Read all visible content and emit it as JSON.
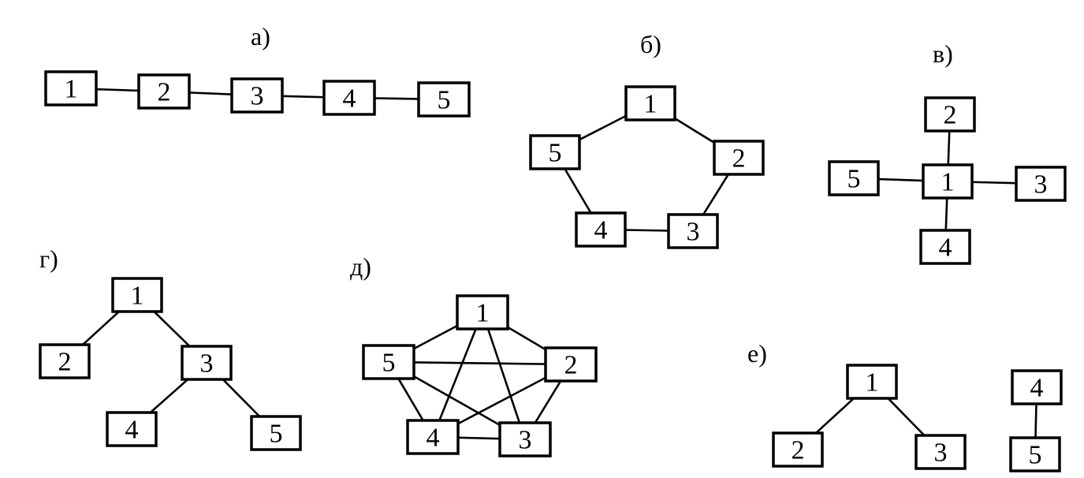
{
  "graphs": [
    {
      "id": "a",
      "label": "а)",
      "nodes": [
        "1",
        "2",
        "3",
        "4",
        "5"
      ],
      "edges": [
        [
          0,
          1
        ],
        [
          1,
          2
        ],
        [
          2,
          3
        ],
        [
          3,
          4
        ]
      ]
    },
    {
      "id": "b",
      "label": "б)",
      "nodes": [
        "1",
        "2",
        "3",
        "4",
        "5"
      ],
      "edges": [
        [
          0,
          1
        ],
        [
          1,
          2
        ],
        [
          2,
          3
        ],
        [
          3,
          4
        ],
        [
          4,
          0
        ]
      ]
    },
    {
      "id": "v",
      "label": "в)",
      "nodes": [
        "1",
        "2",
        "3",
        "4",
        "5"
      ],
      "edges": [
        [
          0,
          1
        ],
        [
          0,
          2
        ],
        [
          0,
          3
        ],
        [
          0,
          4
        ]
      ]
    },
    {
      "id": "g",
      "label": "г)",
      "nodes": [
        "1",
        "2",
        "3",
        "4",
        "5"
      ],
      "edges": [
        [
          0,
          1
        ],
        [
          0,
          2
        ],
        [
          2,
          3
        ],
        [
          2,
          4
        ]
      ]
    },
    {
      "id": "d",
      "label": "д)",
      "nodes": [
        "1",
        "2",
        "3",
        "4",
        "5"
      ],
      "edges": [
        [
          0,
          1
        ],
        [
          0,
          2
        ],
        [
          0,
          3
        ],
        [
          0,
          4
        ],
        [
          1,
          2
        ],
        [
          1,
          3
        ],
        [
          1,
          4
        ],
        [
          2,
          3
        ],
        [
          2,
          4
        ],
        [
          3,
          4
        ]
      ]
    },
    {
      "id": "e",
      "label": "е)",
      "nodes": [
        "1",
        "2",
        "3",
        "4",
        "5"
      ],
      "edges": [
        [
          0,
          1
        ],
        [
          0,
          2
        ],
        [
          3,
          4
        ]
      ]
    }
  ]
}
